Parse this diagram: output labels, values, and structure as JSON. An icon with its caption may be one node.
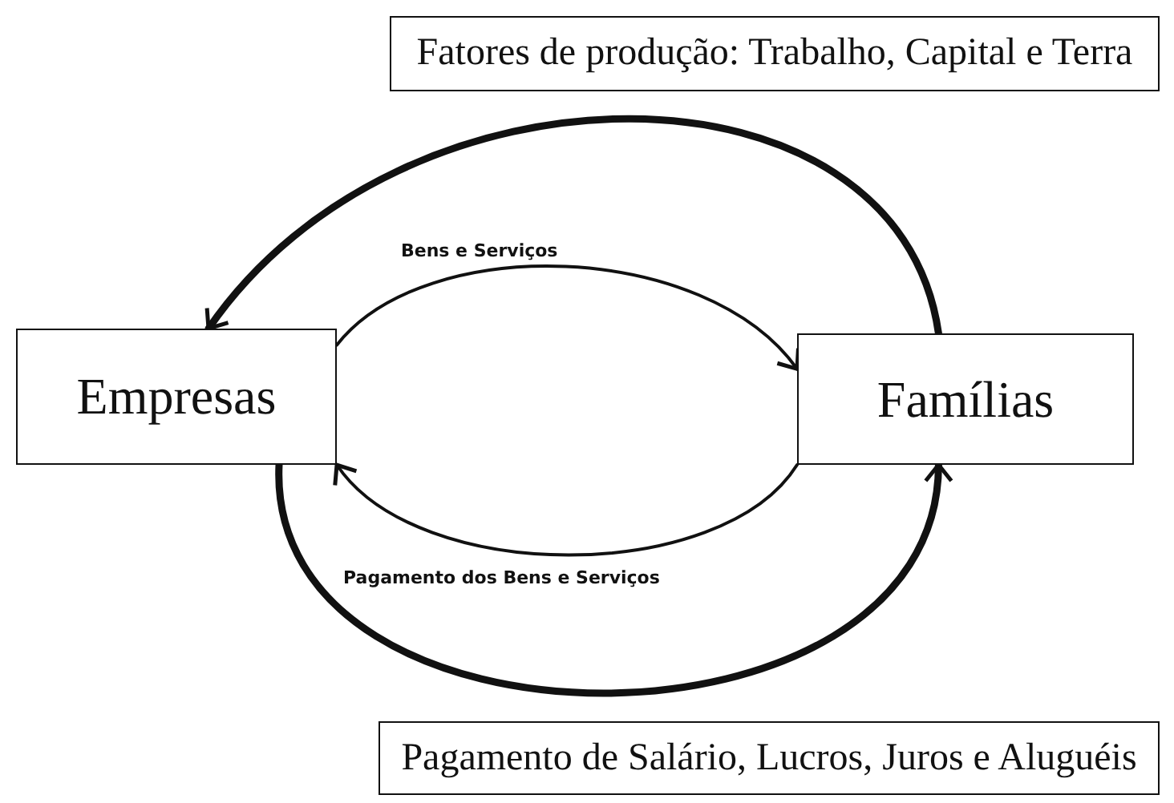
{
  "diagram": {
    "nodes": [
      {
        "text": [
          "Fatores de produção: Trabalho, Capital e Terra"
        ]
      },
      {
        "text": [
          "Empresas"
        ]
      },
      {
        "text": [
          "Famílias"
        ]
      },
      {
        "text": [
          "Pagamento de Salário, Lucros, Juros e Aluguéis"
        ]
      }
    ],
    "edges": [
      {
        "from": 2,
        "to": 1,
        "arrow": "to",
        "style": "thick"
      },
      {
        "from": 1,
        "to": 2,
        "arrow": "to",
        "label": "Bens e Serviços"
      },
      {
        "from": 2,
        "to": 1,
        "arrow": "to",
        "label": "Pagamento dos Bens e Serviços"
      },
      {
        "from": 1,
        "to": 2,
        "arrow": "to",
        "style": "thick"
      }
    ]
  }
}
